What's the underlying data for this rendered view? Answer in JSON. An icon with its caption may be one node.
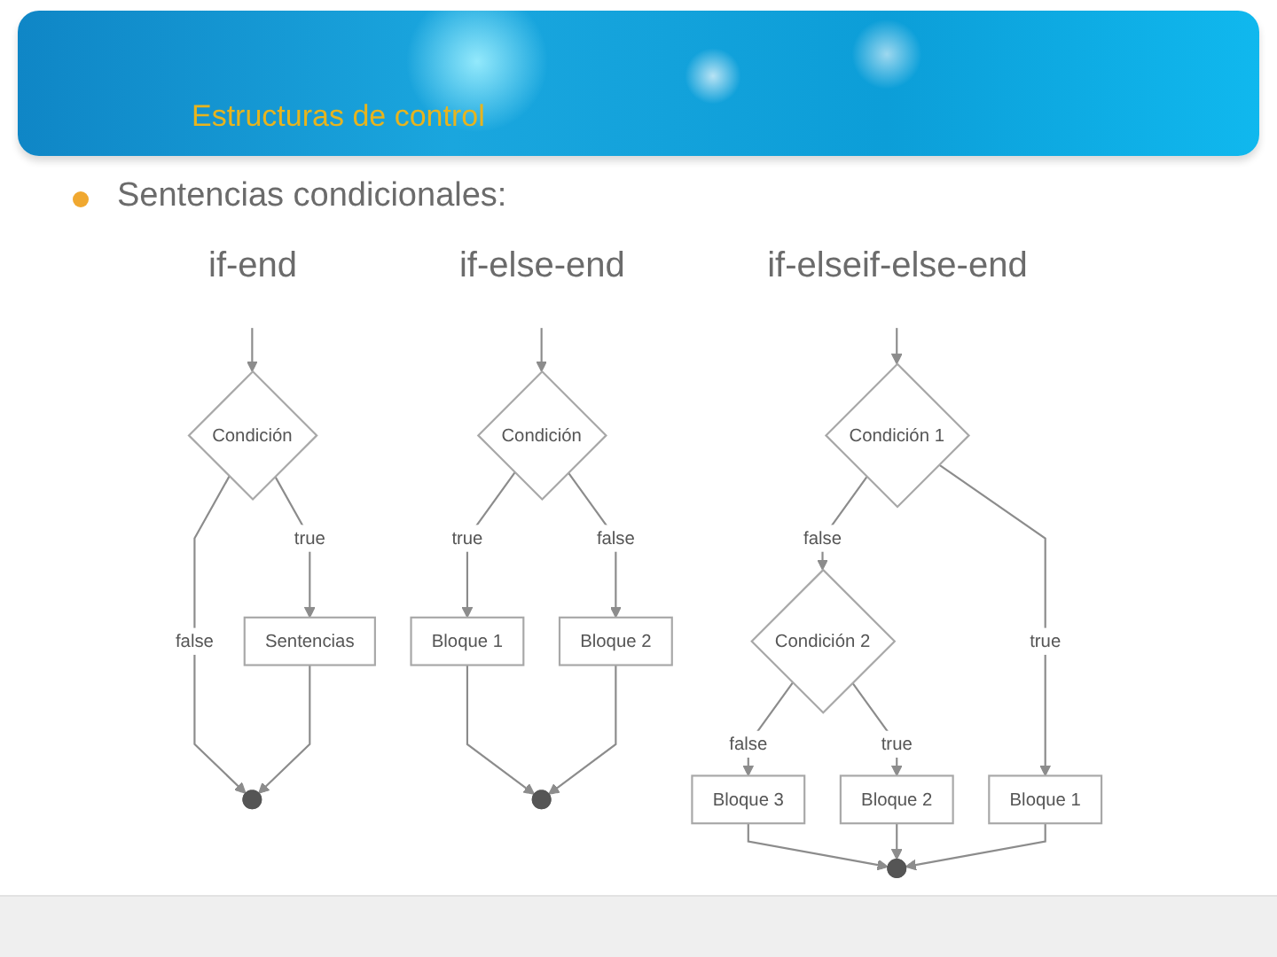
{
  "diagram": {
    "title": "Estructuras de control",
    "nodes": [
      {
        "text": [
          "Condición"
        ]
      },
      {
        "text": [
          "Sentencias"
        ]
      },
      {
        "text": [],
        "shape": "circle"
      },
      {
        "text": [
          "Condición"
        ]
      },
      {
        "text": [
          "Bloque 1"
        ]
      },
      {
        "text": [
          "Bloque 2"
        ]
      },
      {
        "text": [],
        "shape": "circle"
      },
      {
        "text": [
          "Condición 1"
        ]
      },
      {
        "text": [
          "Bloque 1"
        ]
      },
      {
        "text": [
          "Condición 2"
        ]
      },
      {
        "text": [
          "Bloque 2"
        ]
      },
      {
        "text": [
          "Bloque 3"
        ]
      },
      {
        "text": [],
        "shape": "circle"
      }
    ],
    "edges": [
      {
        "from": null,
        "to": 0,
        "arrow": "to"
      },
      {
        "from": 0,
        "to": 1,
        "arrow": "to",
        "label": "true"
      },
      {
        "from": 0,
        "to": 2,
        "arrow": "to",
        "label": "false"
      },
      {
        "from": 1,
        "to": 2,
        "arrow": "to"
      },
      {
        "from": null,
        "to": 3,
        "arrow": "to"
      },
      {
        "from": 3,
        "to": 4,
        "arrow": "to",
        "label": "true"
      },
      {
        "from": 3,
        "to": 5,
        "arrow": "to",
        "label": "false"
      },
      {
        "from": 4,
        "to": 6,
        "arrow": "to"
      },
      {
        "from": 5,
        "to": 6,
        "arrow": "to"
      },
      {
        "from": null,
        "to": 7,
        "arrow": "to"
      },
      {
        "from": 7,
        "to": 8,
        "arrow": "to",
        "label": "true"
      },
      {
        "from": 7,
        "to": 9,
        "arrow": "to",
        "label": "false"
      },
      {
        "from": 9,
        "to": 10,
        "arrow": "to",
        "label": "true"
      },
      {
        "from": 9,
        "to": 11,
        "arrow": "to",
        "label": "false"
      },
      {
        "from": 11,
        "to": 12,
        "arrow": "to"
      },
      {
        "from": 10,
        "to": 12,
        "arrow": "to"
      },
      {
        "from": 8,
        "to": 12,
        "arrow": "to"
      }
    ],
    "labels": [
      "Sentencias condicionales:",
      "if-end",
      "if-else-end",
      "if-elseif-else-end"
    ]
  }
}
